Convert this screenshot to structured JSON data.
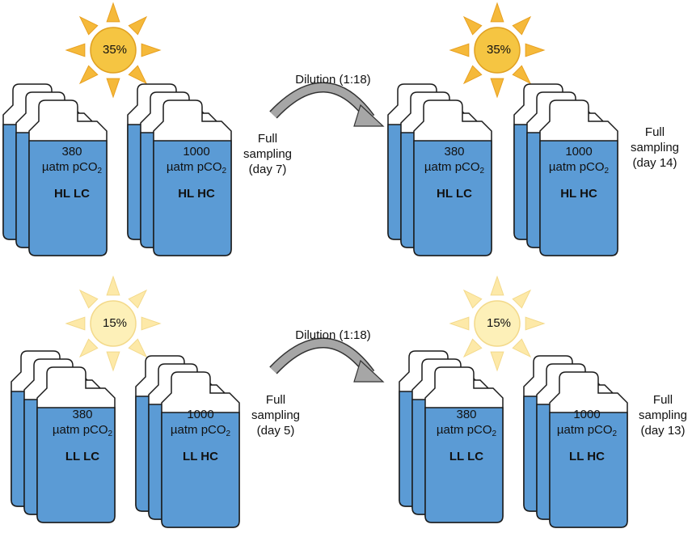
{
  "panels": [
    {
      "light": "35%",
      "dilution": "Dilution (1:18)",
      "left_groups": [
        {
          "co2_value": "380",
          "co2_unit": "µatm pCO",
          "sub": "2",
          "treatment": "HL LC"
        },
        {
          "co2_value": "1000",
          "co2_unit": "µatm pCO",
          "sub": "2",
          "treatment": "HL HC"
        }
      ],
      "left_sampling": [
        "Full",
        "sampling",
        "(day 7)"
      ],
      "right_groups": [
        {
          "co2_value": "380",
          "co2_unit": "µatm pCO",
          "sub": "2",
          "treatment": "HL LC"
        },
        {
          "co2_value": "1000",
          "co2_unit": "µatm pCO",
          "sub": "2",
          "treatment": "HL HC"
        }
      ],
      "right_sampling": [
        "Full",
        "sampling",
        "(day 14)"
      ]
    },
    {
      "light": "15%",
      "dilution": "Dilution (1:18)",
      "left_groups": [
        {
          "co2_value": "380",
          "co2_unit": "µatm pCO",
          "sub": "2",
          "treatment": "LL LC"
        },
        {
          "co2_value": "1000",
          "co2_unit": "µatm pCO",
          "sub": "2",
          "treatment": "LL HC"
        }
      ],
      "left_sampling": [
        "Full",
        "sampling",
        "(day 5)"
      ],
      "right_groups": [
        {
          "co2_value": "380",
          "co2_unit": "µatm pCO",
          "sub": "2",
          "treatment": "LL LC"
        },
        {
          "co2_value": "1000",
          "co2_unit": "µatm pCO",
          "sub": "2",
          "treatment": "LL HC"
        }
      ],
      "right_sampling": [
        "Full",
        "sampling",
        "(day 13)"
      ]
    }
  ],
  "colors": {
    "bottle_fill": "#5b9bd5",
    "bottle_stroke": "#1a1a1a",
    "sun_strong": "#f5c542",
    "sun_strong_ray": "#f5b93a",
    "sun_weak": "#fdf0b8",
    "sun_weak_ray": "#fde9a8",
    "arrow": "#a6a6a6"
  }
}
